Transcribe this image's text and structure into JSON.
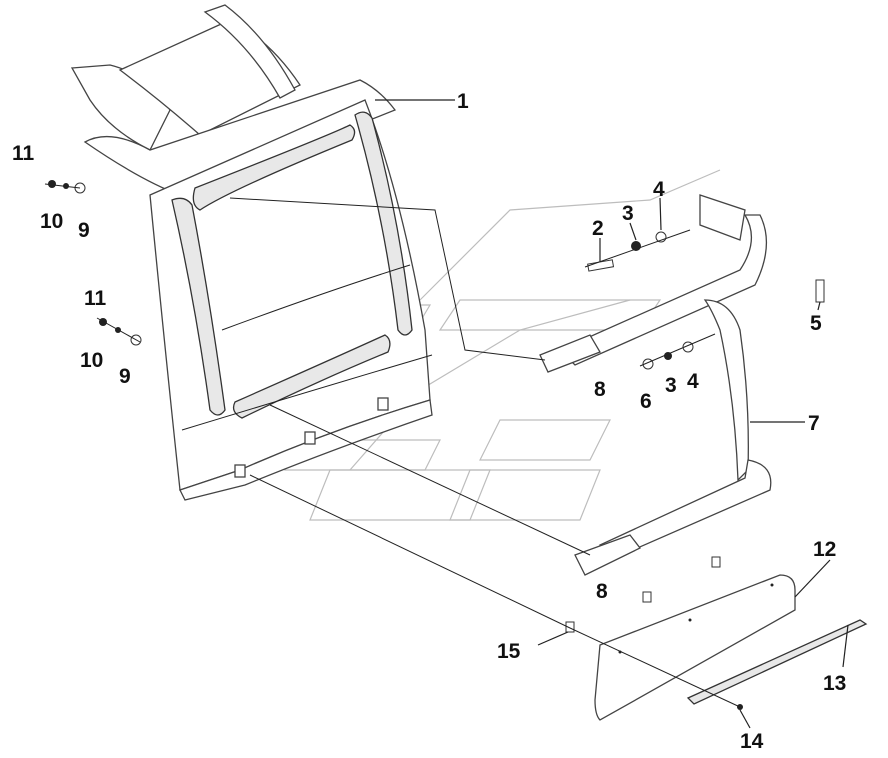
{
  "diagram": {
    "callouts": [
      {
        "id": "c1",
        "label": "1"
      },
      {
        "id": "c2",
        "label": "2"
      },
      {
        "id": "c3a",
        "label": "3"
      },
      {
        "id": "c4a",
        "label": "4"
      },
      {
        "id": "c5",
        "label": "5"
      },
      {
        "id": "c3b",
        "label": "3"
      },
      {
        "id": "c4b",
        "label": "4"
      },
      {
        "id": "c6",
        "label": "6"
      },
      {
        "id": "c7",
        "label": "7"
      },
      {
        "id": "c8a",
        "label": "8"
      },
      {
        "id": "c8b",
        "label": "8"
      },
      {
        "id": "c9a",
        "label": "9"
      },
      {
        "id": "c10a",
        "label": "10"
      },
      {
        "id": "c11a",
        "label": "11"
      },
      {
        "id": "c9b",
        "label": "9"
      },
      {
        "id": "c10b",
        "label": "10"
      },
      {
        "id": "c11b",
        "label": "11"
      },
      {
        "id": "c12",
        "label": "12"
      },
      {
        "id": "c13",
        "label": "13"
      },
      {
        "id": "c14",
        "label": "14"
      },
      {
        "id": "c15",
        "label": "15"
      }
    ]
  }
}
